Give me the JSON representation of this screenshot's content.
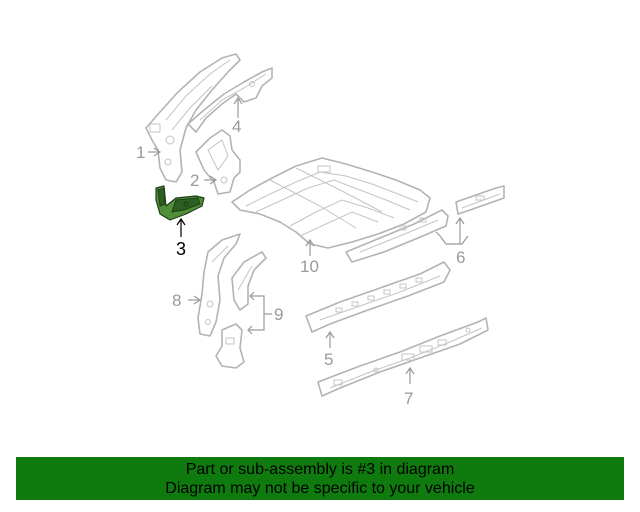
{
  "callouts": {
    "c1": "1",
    "c2": "2",
    "c3": "3",
    "c4": "4",
    "c5": "5",
    "c6": "6",
    "c7": "7",
    "c8": "8",
    "c9": "9",
    "c10": "10"
  },
  "highlighted_part": "3",
  "colors": {
    "highlight": "#4f8f3a",
    "banner": "#0f7b0f",
    "line": "#b3b3b3"
  },
  "banner": {
    "line1": "Part or sub-assembly is #3 in diagram",
    "line2": "Diagram may not be specific to your vehicle"
  }
}
